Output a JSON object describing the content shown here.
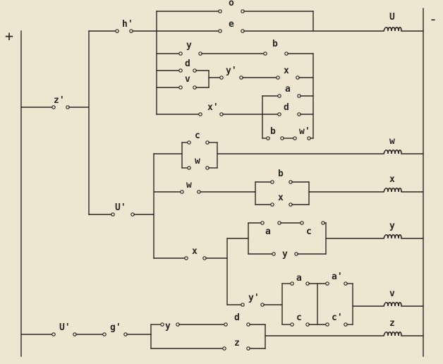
{
  "terminals": {
    "positive": "+",
    "negative": "-"
  },
  "contacts": {
    "h_prime": "h'",
    "o": "o",
    "e": "e",
    "y_top": "y",
    "b_top": "b",
    "d_top": "d",
    "y_prime_top": "y'",
    "x_top": "x",
    "v_top": "v",
    "a_top": "a",
    "x_prime": "x'",
    "d_mid": "d",
    "b_bot": "b",
    "w_prime": "w'",
    "z_prime": "z'",
    "c_mid": "c",
    "w_mid": "w",
    "w_row": "w",
    "b_row": "b",
    "x_row": "x",
    "U_prime_mid": "U'",
    "a_low": "a",
    "c_low": "c",
    "x_low": "x",
    "y_low": "y",
    "y_prime_low": "y'",
    "a_v": "a",
    "a_prime_v": "a'",
    "c_v": "c",
    "c_prime_v": "c'",
    "U_prime_bot": "U'",
    "g_prime": "g'",
    "y_bot": "y",
    "d_bot": "d",
    "z_bot": "z"
  },
  "coils": {
    "U": "U",
    "w": "w",
    "x": "x",
    "y": "y",
    "v": "v",
    "z": "z"
  }
}
